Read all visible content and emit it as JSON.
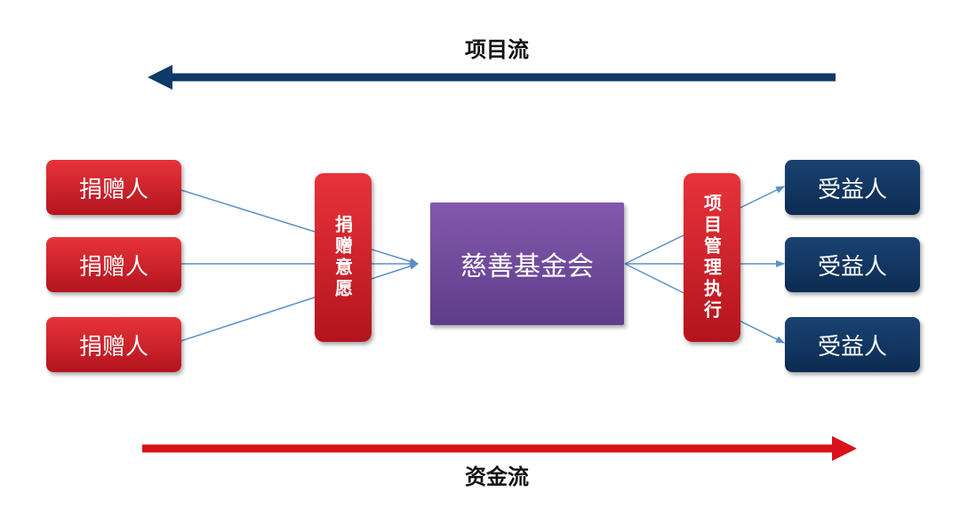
{
  "top_flow": {
    "label": "项目流",
    "color": "#0d3a66"
  },
  "bottom_flow": {
    "label": "资金流",
    "color": "#d8111b"
  },
  "donors": [
    {
      "label": "捐赠人"
    },
    {
      "label": "捐赠人"
    },
    {
      "label": "捐赠人"
    }
  ],
  "donation_will": {
    "label": "捐赠意愿"
  },
  "foundation": {
    "label": "慈善基金会"
  },
  "project_management": {
    "label": "项目管理执行"
  },
  "beneficiaries": [
    {
      "label": "受益人"
    },
    {
      "label": "受益人"
    },
    {
      "label": "受益人"
    }
  ],
  "colors": {
    "red_box": "#d2232a",
    "navy_box": "#123763",
    "purple_box": "#7048a0",
    "connector": "#5b8fc9"
  }
}
